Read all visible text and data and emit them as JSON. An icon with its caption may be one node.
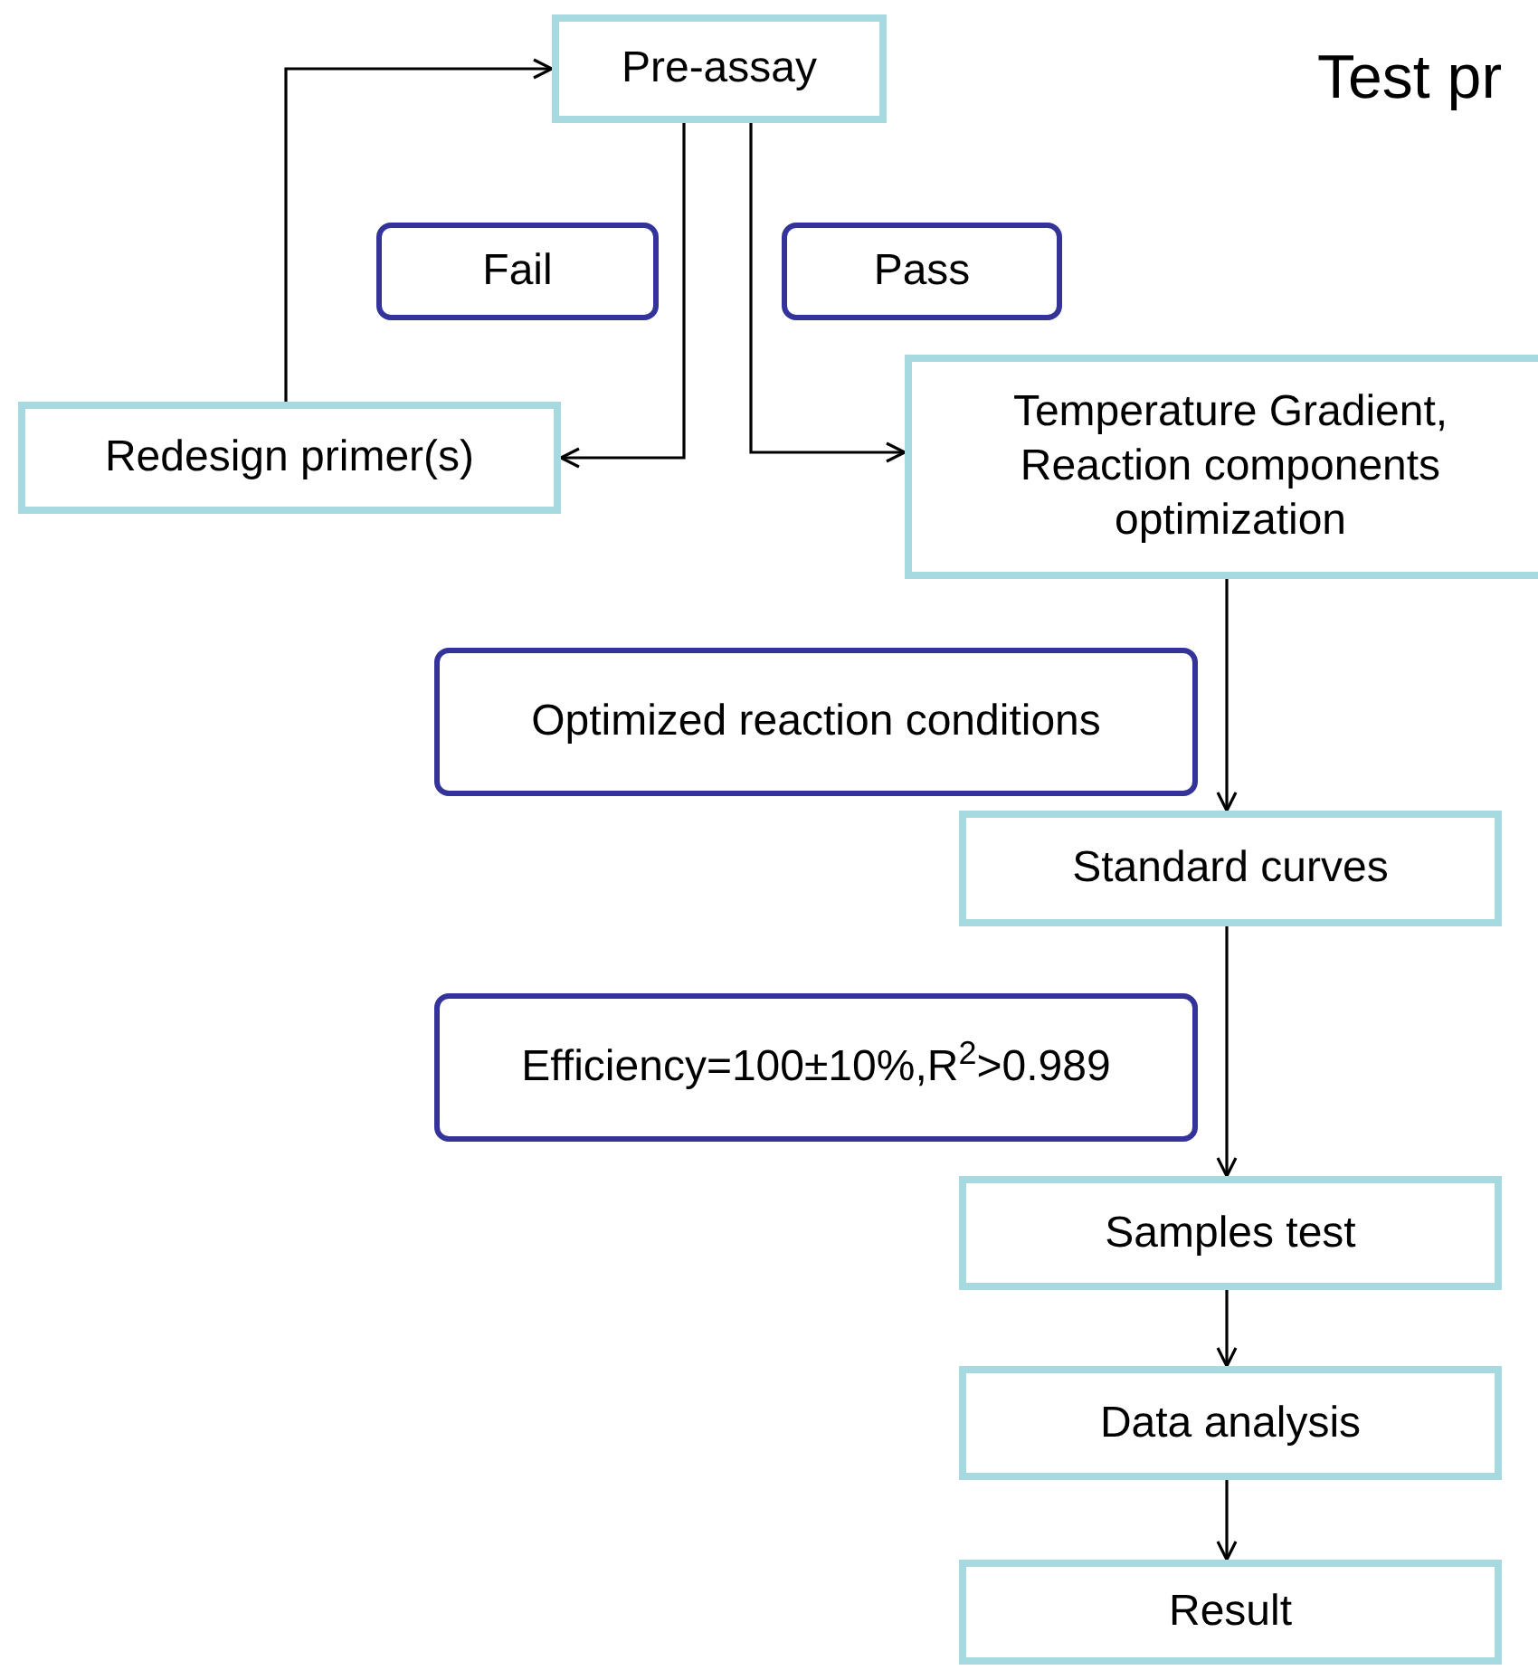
{
  "diagram": {
    "title": "Test pr",
    "nodes": [
      {
        "text": [
          "Pre-assay"
        ]
      },
      {
        "text": [
          "Fail"
        ]
      },
      {
        "text": [
          "Pass"
        ]
      },
      {
        "text": [
          "Redesign primer(s)"
        ]
      },
      {
        "text": [
          "Temperature Gradient, Reaction components optimization"
        ]
      },
      {
        "text": [
          "Optimized reaction conditions"
        ]
      },
      {
        "text": [
          "Standard curves"
        ]
      },
      {
        "text": [
          "Efficiency=100±10%,R$^{2}$>0.989"
        ]
      },
      {
        "text": [
          "Samples test"
        ]
      },
      {
        "text": [
          "Data analysis"
        ]
      },
      {
        "text": [
          "Result"
        ]
      }
    ],
    "edges": [
      {
        "from": 3,
        "to": 0,
        "arrow": "to"
      },
      {
        "from": 0,
        "to": 3,
        "arrow": "to"
      },
      {
        "from": 0,
        "to": 4,
        "arrow": "to"
      },
      {
        "from": 4,
        "to": 6,
        "arrow": "to"
      },
      {
        "from": 6,
        "to": 8,
        "arrow": "to"
      },
      {
        "from": 8,
        "to": 9,
        "arrow": "to"
      },
      {
        "from": 9,
        "to": 10,
        "arrow": "to"
      }
    ]
  }
}
